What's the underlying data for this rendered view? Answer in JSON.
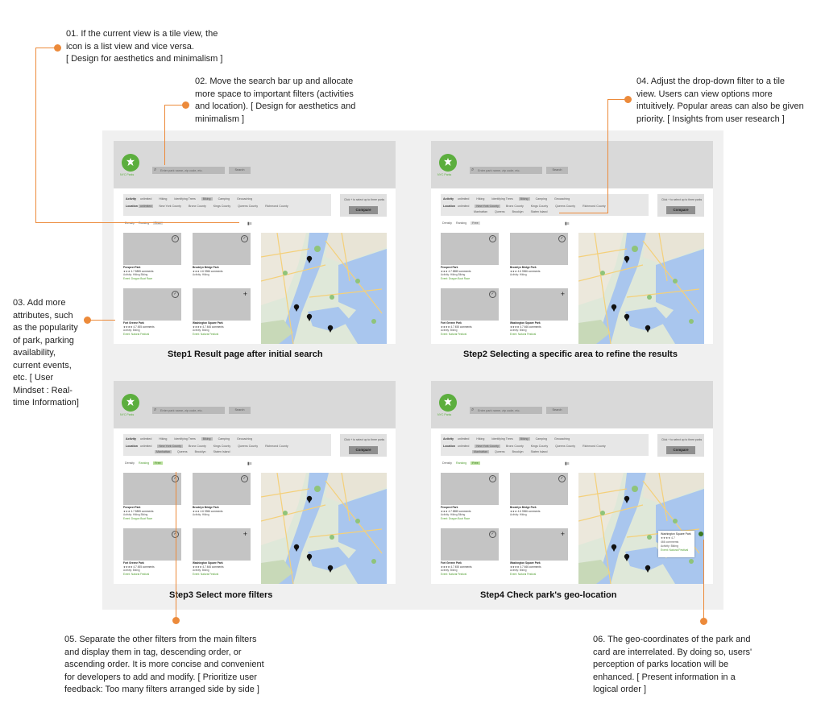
{
  "annotations": {
    "n01": [
      "01. If the current view is a tile view, the",
      "icon is a list view and vice versa.",
      "[ Design for aesthetics and minimalism ]"
    ],
    "n02": [
      "02. Move the search bar up and allocate",
      "more space to important filters (activities",
      "and location). [ Design for aesthetics and",
      "minimalism ]"
    ],
    "n03": [
      "03. Add more",
      "attributes, such",
      "as the popularity",
      "of park, parking",
      "availability,",
      "current events,",
      "etc. [ User",
      "Mindset : Real-",
      "time Information]"
    ],
    "n04": [
      "04. Adjust the drop-down filter to a tile",
      "view. Users can view options more",
      "intuitively. Popular areas can also be given",
      "priority. [ Insights from user research ]"
    ],
    "n05": [
      "05. Separate the other filters from the main filters",
      "and display them in tag, descending order, or",
      "ascending order. It is more concise and convenient",
      "for developers to add and modify. [ Prioritize user",
      "feedback: Too many filters arranged side by side ]"
    ],
    "n06": [
      "06. The geo-coordinates of the park and",
      "card are interrelated. By doing so, users'",
      "perception of parks location will be",
      "enhanced. [ Present information in a",
      "logical order  ]"
    ]
  },
  "steps": [
    "Step1 Result page after initial search",
    "Step2 Selecting a specific area to refine the results",
    "Step3 Select more filters",
    "Step4 Check park's geo-location"
  ],
  "mock": {
    "logo_text": "NYC Parks",
    "search_placeholder": "Enter park name, zip code, etc.",
    "search_btn": "Search",
    "activity_label": "Activity",
    "activity_opts": [
      "unlimited",
      "Hiking",
      "Identifying Trees",
      "Biking",
      "Camping",
      "Geocaching"
    ],
    "location_label": "Location",
    "location_opts": [
      "unlimited",
      "New York County",
      "Bronx County",
      "Kings County",
      "Queens County",
      "Richmond County"
    ],
    "sub_locations": [
      "Manhattan",
      "Queens",
      "Brooklyn",
      "Staten Island"
    ],
    "compare_hint": "Click + to select up to three parks",
    "compare_btn": "Compare",
    "sort": [
      "Density",
      "Ranking",
      "Free"
    ],
    "cards": [
      {
        "name": "Prospect Park",
        "stars": "★★★",
        "rating": "4.7",
        "reviews": "8855 comments",
        "activity": "Activity: Hiking Biking",
        "event": "Event: Dragon Boat Race"
      },
      {
        "name": "Brooklyn Bridge Park",
        "stars": "★★★",
        "rating": "4.6",
        "reviews": "3966 comments",
        "activity": "Activity: Hiking",
        "event": ""
      },
      {
        "name": "Fort Greene Park",
        "stars": "★★★★",
        "rating": "4.7",
        "reviews": "455 comments",
        "activity": "Activity: Biking",
        "event": "Event: Natural Festival"
      },
      {
        "name": "Washington Square Park",
        "stars": "★★★★",
        "rating": "4.7",
        "reviews": "466 comments",
        "activity": "Activity: Biking",
        "event": "Event: Natural Festival"
      }
    ],
    "popup": {
      "name": "Washington Square Park",
      "stars": "★★★★",
      "rating": "4.7",
      "reviews": "466 comments",
      "activity": "Activity: Biking",
      "event": "Event: Natural Festival"
    }
  },
  "colors": {
    "accent": "#ec8a3a",
    "brand": "#5cae3e",
    "board": "#f0f0f0"
  }
}
